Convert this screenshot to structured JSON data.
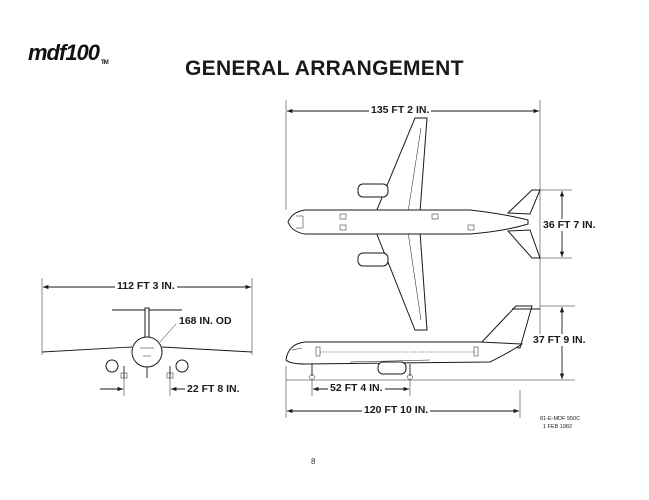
{
  "header": {
    "logo_text": "mdf100",
    "logo_tm": "TM",
    "title": "GENERAL ARRANGEMENT"
  },
  "dimensions": {
    "wingspan_top": "135 FT 2 IN.",
    "tail_span": "36 FT 7 IN.",
    "front_span": "112 FT 3 IN.",
    "fuselage_od": "168 IN. OD",
    "gear_track": "22 FT 8 IN.",
    "height": "37 FT 9 IN.",
    "wheelbase": "52 FT 4 IN.",
    "length": "120 FT 10 IN."
  },
  "footer": {
    "doc_code": "81-E-MDF 950C",
    "date": "1 FEB 1982",
    "page_number": "8"
  }
}
